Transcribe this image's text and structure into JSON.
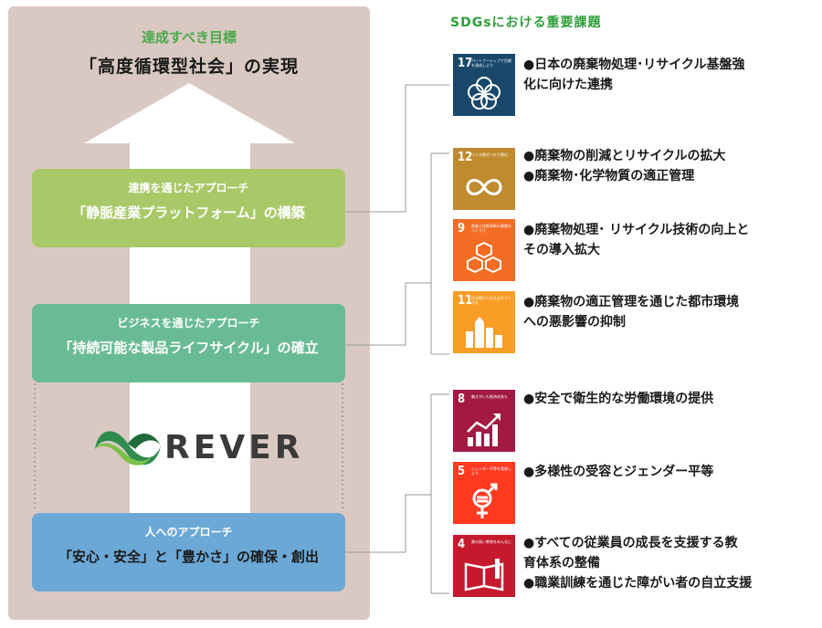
{
  "goal": {
    "label": "達成すべき目標",
    "title": "「高度循環型社会」の実現"
  },
  "approaches": [
    {
      "sub": "連携を通じたアプローチ",
      "main": "「静脈産業プラットフォーム」の構築"
    },
    {
      "sub": "ビジネスを通じたアプローチ",
      "main": "「持続可能な製品ライフサイクル」の確立"
    },
    {
      "sub": "人へのアプローチ",
      "main": "「安心・安全」と「豊かさ」の確保・創出"
    }
  ],
  "logo": {
    "text": "REVER"
  },
  "sdg_heading": "SDGsにおける重要課題",
  "sdgs": [
    {
      "num": "17",
      "caption": "パートナーシップで目標を達成しよう",
      "color": "#19486a",
      "icon": "partnership-icon",
      "items": [
        "●日本の廃棄物処理･リサイクル基盤強",
        "化に向けた連携"
      ]
    },
    {
      "num": "12",
      "caption": "つくる責任つかう責任",
      "color": "#bf8b2e",
      "icon": "infinity-icon",
      "items": [
        "●廃棄物の削減とリサイクルの拡大",
        "●廃棄物･化学物質の適正管理"
      ]
    },
    {
      "num": "9",
      "caption": "産業と技術革新の基盤をつくろう",
      "color": "#f36d25",
      "icon": "cubes-icon",
      "items": [
        "●廃棄物処理･ リサイクル技術の向上と",
        "その導入拡大"
      ]
    },
    {
      "num": "11",
      "caption": "住み続けられるまちづくりを",
      "color": "#f99d26",
      "icon": "city-icon",
      "items": [
        "●廃棄物の適正管理を通じた都市環境",
        "への悪影響の抑制"
      ]
    },
    {
      "num": "8",
      "caption": "働きがいも経済成長も",
      "color": "#a21942",
      "icon": "growth-chart-icon",
      "items": [
        "●安全で衛生的な労働環境の提供"
      ]
    },
    {
      "num": "5",
      "caption": "ジェンダー平等を実現しよう",
      "color": "#ff3a21",
      "icon": "gender-icon",
      "items": [
        "●多様性の受容とジェンダー平等"
      ]
    },
    {
      "num": "4",
      "caption": "質の高い教育をみんなに",
      "color": "#c5192d",
      "icon": "book-icon",
      "items": [
        "●すべての従業員の成長を支援する教",
        "育体系の整備",
        "●職業訓練を通じた障がい者の自立支援"
      ]
    }
  ]
}
